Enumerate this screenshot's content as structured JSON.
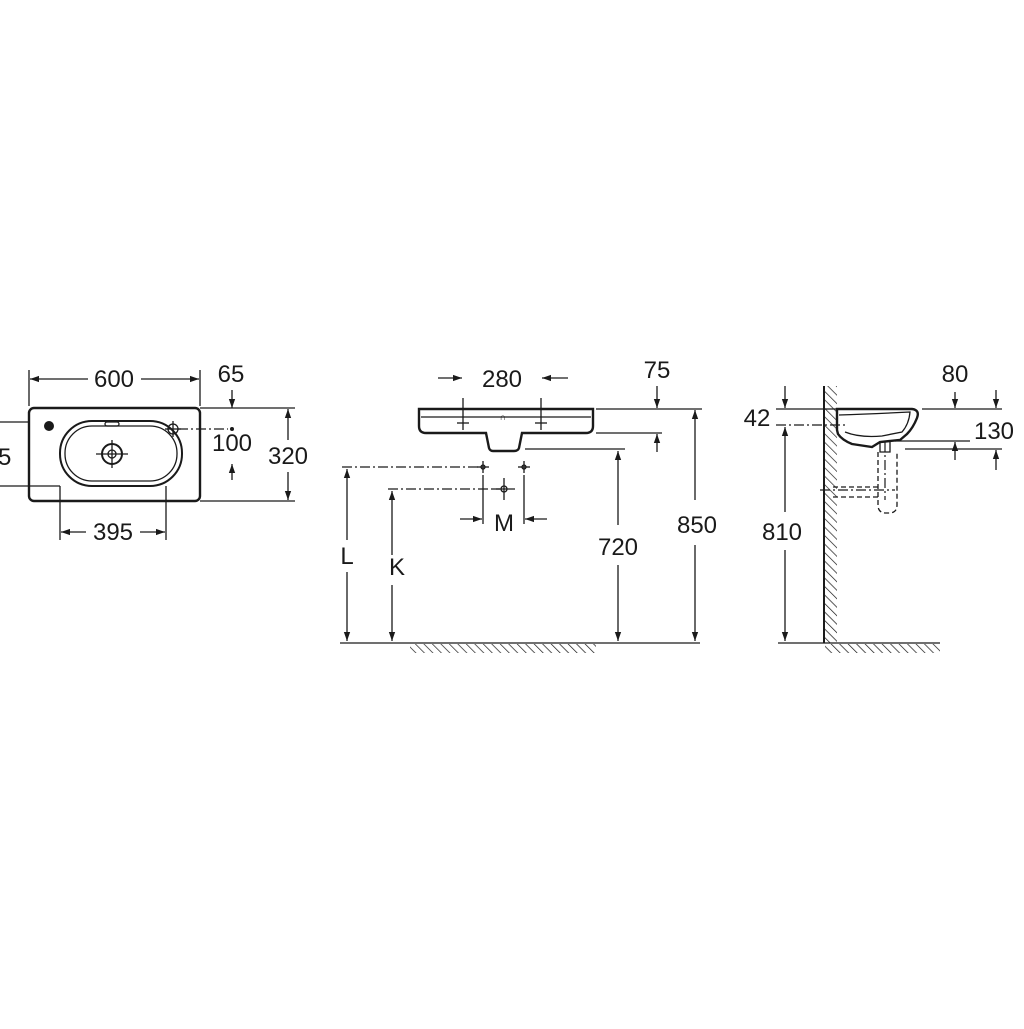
{
  "top_view": {
    "width_label": "600",
    "offset_label": "65",
    "bowl_width_label": "395",
    "tap_offset_label": "100",
    "depth_label": "320",
    "left_cut_label": "5"
  },
  "front_view": {
    "tap_spacing_label": "280",
    "rim_thickness_label": "75",
    "spacing_m_label": "M",
    "height_l_label": "L",
    "height_k_label": "K",
    "bottom_height_label": "720",
    "total_height_label": "850"
  },
  "side_view": {
    "rim_offset_label": "42",
    "basin_depth_label": "80",
    "drain_depth_label": "130",
    "height_label": "810"
  }
}
